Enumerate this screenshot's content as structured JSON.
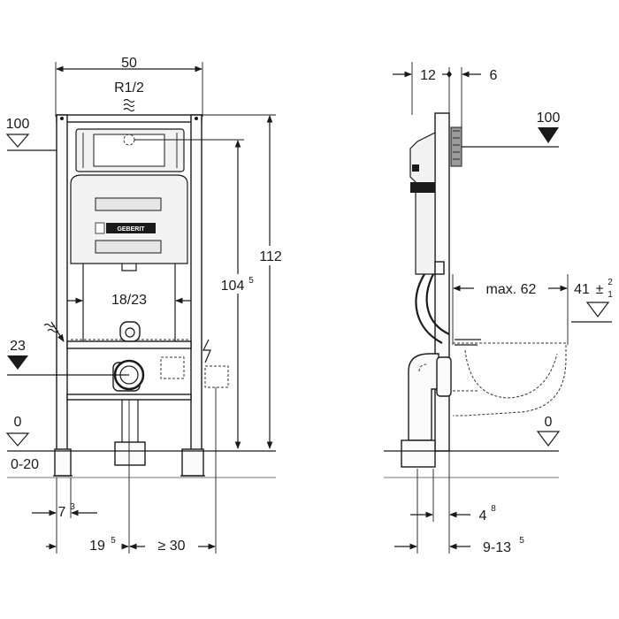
{
  "front": {
    "width_label": "50",
    "thread_label": "R1/2",
    "level_top": "100",
    "level_mid": "23",
    "level_floor": "0",
    "floor_range": "0-20",
    "height_total": "112",
    "height_inner": "104",
    "height_inner_sup": "5",
    "bolt_spacing": "18/23",
    "foot_offset": "7",
    "foot_offset_sup": "3",
    "drain_offset": "19",
    "drain_offset_sup": "5",
    "min_side": "≥ 30",
    "logo": "GEBERIT"
  },
  "side": {
    "top_left": "12",
    "top_right": "6",
    "level_top": "100",
    "level_floor": "0",
    "max_depth": "max. 62",
    "bowl_height": "41",
    "bowl_height_tol": "±",
    "bowl_tol_plus": "2",
    "bowl_tol_minus": "1",
    "bottom_small": "4",
    "bottom_small_sup": "8",
    "bottom_range": "9-13",
    "bottom_range_sup": "5"
  },
  "icons": {
    "water_inlet": "water-wave-icon",
    "electric": "lightning-icon",
    "level_marker": "level-triangle-icon"
  }
}
